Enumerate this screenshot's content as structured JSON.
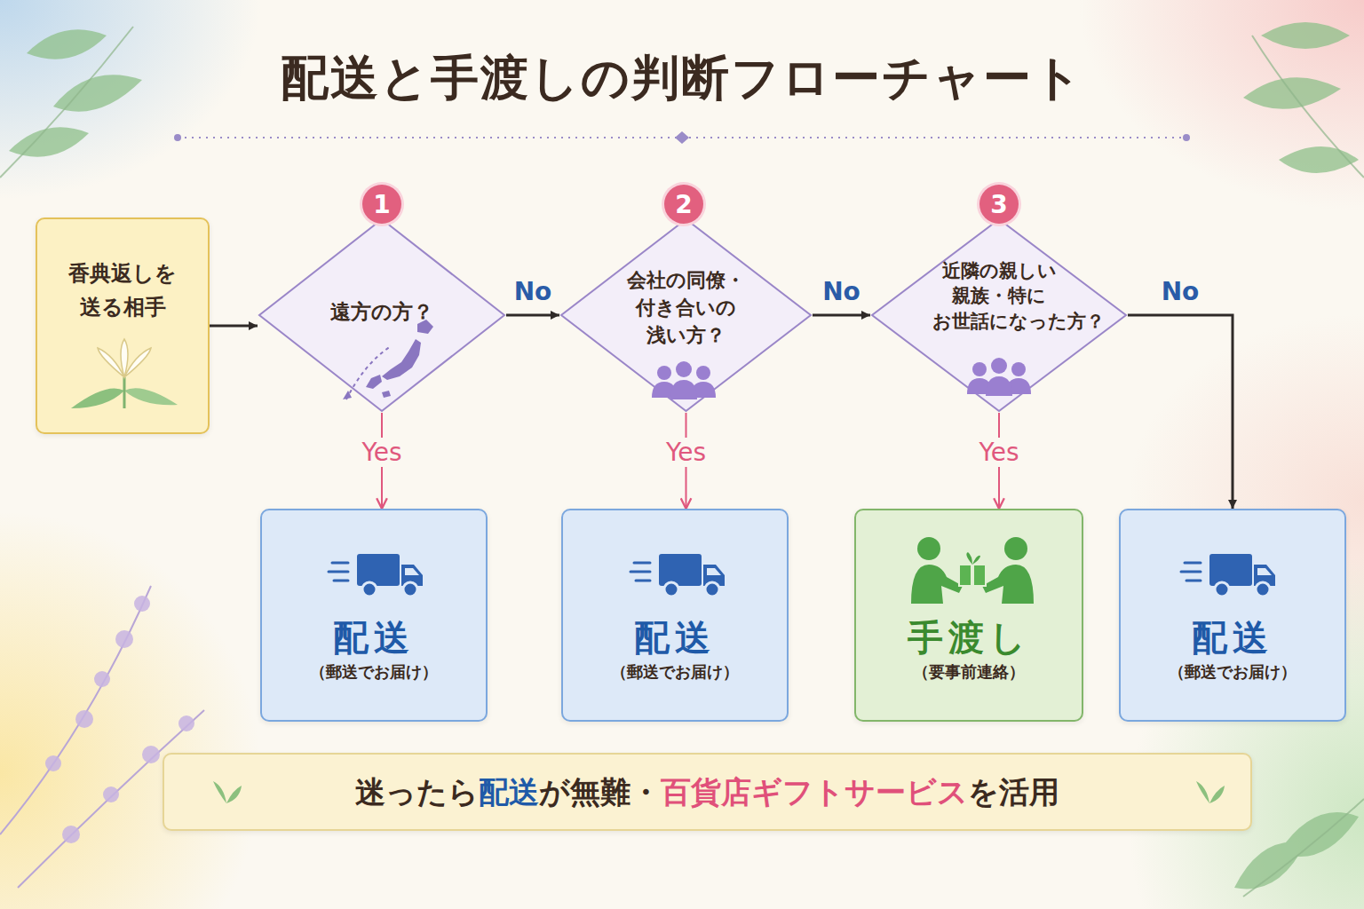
{
  "diagram": {
    "title": "配送と手渡しの判断フローチャート",
    "nodes": [
      {
        "text": [
          "香典返しを 送る相手"
        ]
      },
      {
        "text": [
          "遠方の方？"
        ]
      },
      {
        "text": [
          "会社の同僚・ 付き合いの 浅い方？"
        ]
      },
      {
        "text": [
          "近隣の親しい 親族・特に お世話になった方？"
        ]
      },
      {
        "text": [
          "配送",
          "（郵送でお届け）"
        ]
      },
      {
        "text": [
          "配送",
          "（郵送でお届け）"
        ]
      },
      {
        "text": [
          "手渡し",
          "（要事前連絡）"
        ]
      },
      {
        "text": [
          "配送",
          "（郵送でお届け）"
        ]
      },
      {
        "text": [
          "迷ったら",
          "配送",
          "が無難・",
          "百貨店ギフトサービス",
          "を活用"
        ]
      }
    ],
    "edges": [
      {
        "from": 0,
        "to": 1,
        "arrow": "to"
      },
      {
        "from": 1,
        "to": 2,
        "label": "No",
        "arrow": "to"
      },
      {
        "from": 2,
        "to": 3,
        "label": "No",
        "arrow": "to"
      },
      {
        "from": 3,
        "to": 7,
        "label": "No",
        "arrow": "to"
      },
      {
        "from": 1,
        "to": 4,
        "label": "Yes",
        "arrow": "to"
      },
      {
        "from": 2,
        "to": 5,
        "label": "Yes",
        "arrow": "to"
      },
      {
        "from": 3,
        "to": 6,
        "label": "Yes",
        "arrow": "to"
      }
    ],
    "labels": [
      "1",
      "2",
      "3"
    ]
  }
}
